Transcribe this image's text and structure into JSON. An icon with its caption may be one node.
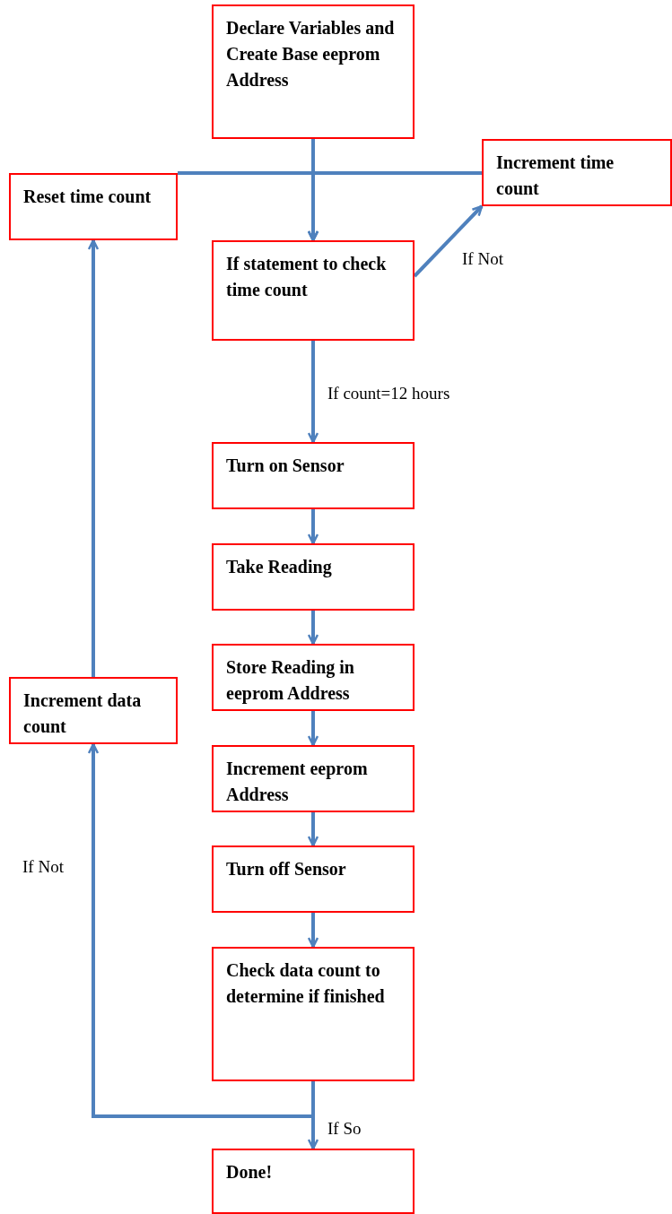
{
  "diagram": {
    "nodes": [
      {
        "text": [
          "Declare Variables and Create Base eeprom Address"
        ]
      },
      {
        "text": [
          "Reset time count"
        ]
      },
      {
        "text": [
          "Increment time count"
        ]
      },
      {
        "text": [
          "If statement to check time count"
        ]
      },
      {
        "text": [
          "Turn on Sensor"
        ]
      },
      {
        "text": [
          "Take Reading"
        ]
      },
      {
        "text": [
          "Store Reading in eeprom Address"
        ]
      },
      {
        "text": [
          "Increment data count"
        ]
      },
      {
        "text": [
          "Increment eeprom Address"
        ]
      },
      {
        "text": [
          "Turn off Sensor"
        ]
      },
      {
        "text": [
          "Check data count to determine if finished"
        ]
      },
      {
        "text": [
          "Done!"
        ]
      }
    ],
    "edges": [
      {
        "from": 0,
        "to": 3,
        "arrow": "to"
      },
      {
        "from": 1,
        "to": 3,
        "arrow": "to"
      },
      {
        "from": 2,
        "to": 3,
        "arrow": "to"
      },
      {
        "from": 3,
        "to": 2,
        "arrow": "to",
        "label": "If Not"
      },
      {
        "from": 3,
        "to": 4,
        "arrow": "to",
        "label": "If count=12 hours"
      },
      {
        "from": 4,
        "to": 5,
        "arrow": "to"
      },
      {
        "from": 5,
        "to": 6,
        "arrow": "to"
      },
      {
        "from": 6,
        "to": 8,
        "arrow": "to"
      },
      {
        "from": 8,
        "to": 9,
        "arrow": "to"
      },
      {
        "from": 9,
        "to": 10,
        "arrow": "to"
      },
      {
        "from": 10,
        "to": 11,
        "arrow": "to",
        "label": "If So"
      },
      {
        "from": 10,
        "to": 7,
        "arrow": "to",
        "label": "If Not"
      },
      {
        "from": 7,
        "to": 1,
        "arrow": "to"
      }
    ]
  }
}
